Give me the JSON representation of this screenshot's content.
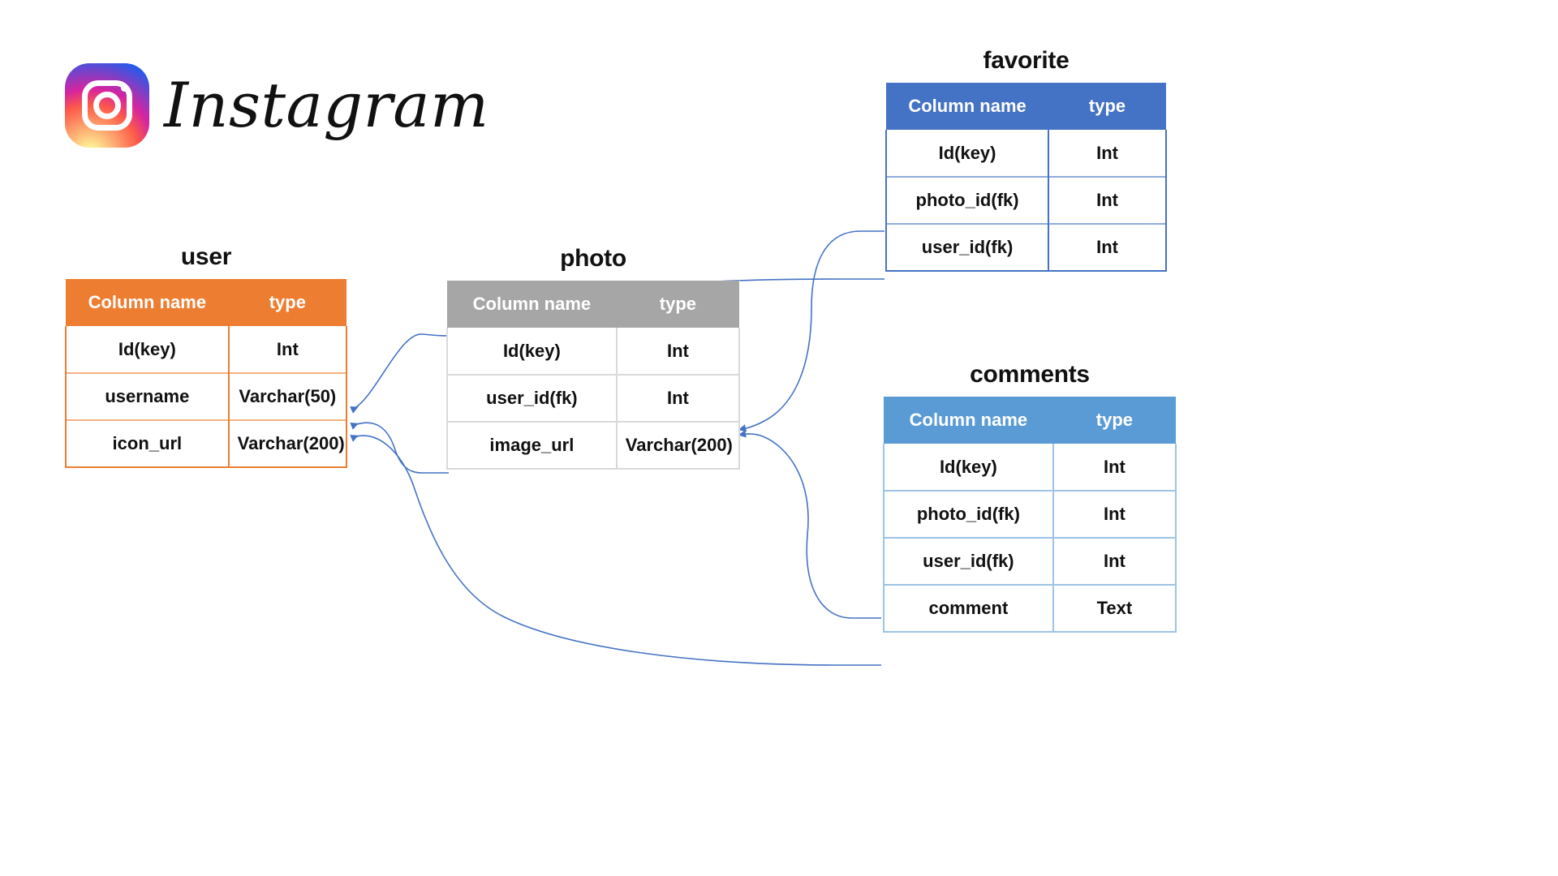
{
  "brand": {
    "name": "Instagram",
    "logo_icon": "instagram-camera-icon"
  },
  "diagram": {
    "type": "entity-relationship-diagram",
    "header_label_column": "Column name",
    "header_label_type": "type",
    "colors": {
      "user_header": "#ED7D31",
      "photo_header": "#A6A6A6",
      "favorite_header": "#4472C4",
      "comments_header": "#5B9BD5",
      "connector": "#4472C4"
    }
  },
  "tables": {
    "user": {
      "title": "user",
      "headers": [
        "Column name",
        "type"
      ],
      "rows": [
        {
          "column": "Id(key)",
          "type": "Int"
        },
        {
          "column": "username",
          "type": "Varchar(50)"
        },
        {
          "column": "icon_url",
          "type": "Varchar(200)"
        }
      ]
    },
    "photo": {
      "title": "photo",
      "headers": [
        "Column name",
        "type"
      ],
      "rows": [
        {
          "column": "Id(key)",
          "type": "Int"
        },
        {
          "column": "user_id(fk)",
          "type": "Int"
        },
        {
          "column": "image_url",
          "type": "Varchar(200)"
        }
      ]
    },
    "favorite": {
      "title": "favorite",
      "headers": [
        "Column name",
        "type"
      ],
      "rows": [
        {
          "column": "Id(key)",
          "type": "Int"
        },
        {
          "column": "photo_id(fk)",
          "type": "Int"
        },
        {
          "column": "user_id(fk)",
          "type": "Int"
        }
      ]
    },
    "comments": {
      "title": "comments",
      "headers": [
        "Column name",
        "type"
      ],
      "rows": [
        {
          "column": "Id(key)",
          "type": "Int"
        },
        {
          "column": "photo_id(fk)",
          "type": "Int"
        },
        {
          "column": "user_id(fk)",
          "type": "Int"
        },
        {
          "column": "comment",
          "type": "Text"
        }
      ]
    }
  },
  "relationships": [
    {
      "from": "photo.user_id(fk)",
      "to": "user.Id(key)"
    },
    {
      "from": "favorite.user_id(fk)",
      "to": "user.Id(key)"
    },
    {
      "from": "comments.user_id(fk)",
      "to": "user.Id(key)"
    },
    {
      "from": "favorite.photo_id(fk)",
      "to": "photo.Id(key)"
    },
    {
      "from": "comments.photo_id(fk)",
      "to": "photo.Id(key)"
    }
  ]
}
